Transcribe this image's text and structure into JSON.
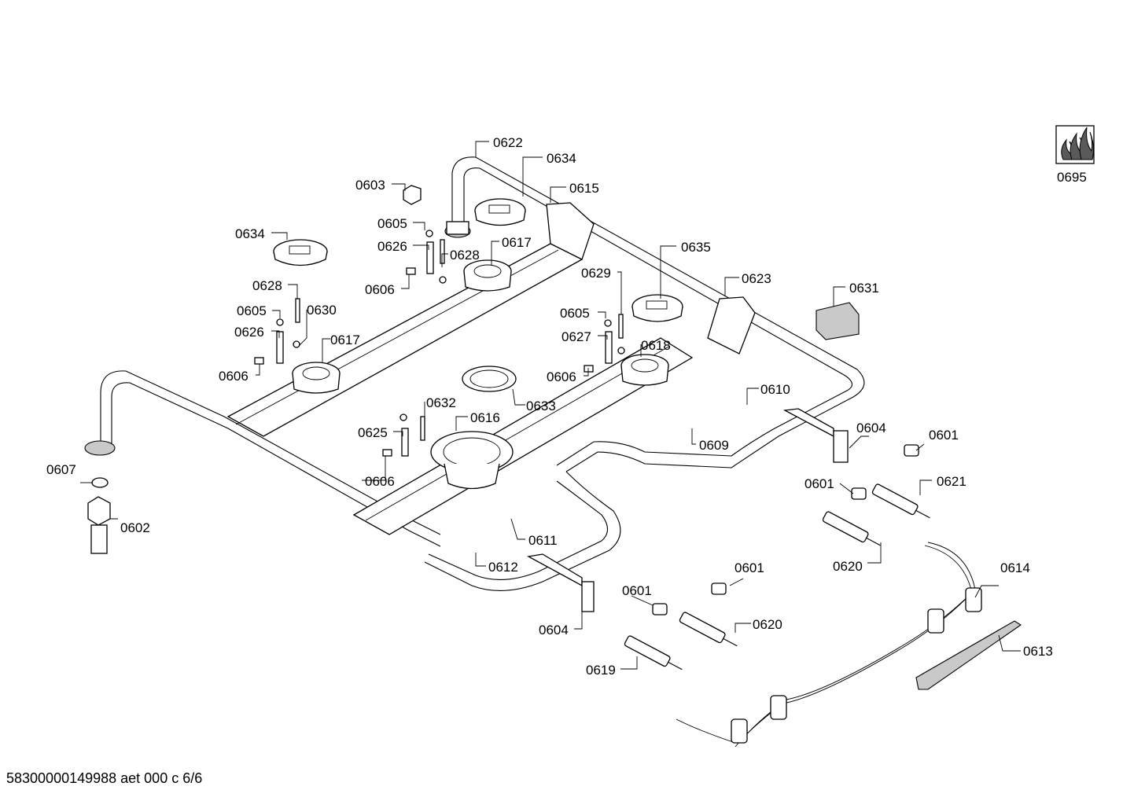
{
  "diagram": {
    "footer": "58300000149988 aet 000 c 6/6",
    "flame_icon": "gas-flames-icon",
    "labels": {
      "p0622": "0622",
      "p0634a": "0634",
      "p0615": "0615",
      "p0603": "0603",
      "p0605a": "0605",
      "p0626a": "0626",
      "p0628a": "0628",
      "p0617a": "0617",
      "p0606a": "0606",
      "p0634b": "0634",
      "p0628b": "0628",
      "p0605b": "0605",
      "p0630": "0630",
      "p0626b": "0626",
      "p0617b": "0617",
      "p0606b": "0606",
      "p0635": "0635",
      "p0623": "0623",
      "p0631": "0631",
      "p0629": "0629",
      "p0605c": "0605",
      "p0627": "0627",
      "p0618": "0618",
      "p0606c": "0606",
      "p0610": "0610",
      "p0633": "0633",
      "p0632": "0632",
      "p0616": "0616",
      "p0625": "0625",
      "p0606d": "0606",
      "p0609": "0609",
      "p0607": "0607",
      "p0602": "0602",
      "p0604a": "0604",
      "p0601a": "0601",
      "p0601b": "0601",
      "p0621": "0621",
      "p0620a": "0620",
      "p0611": "0611",
      "p0612": "0612",
      "p0604b": "0604",
      "p0601c": "0601",
      "p0601d": "0601",
      "p0620b": "0620",
      "p0619": "0619",
      "p0614": "0614",
      "p0613": "0613",
      "p0695": "0695"
    }
  }
}
